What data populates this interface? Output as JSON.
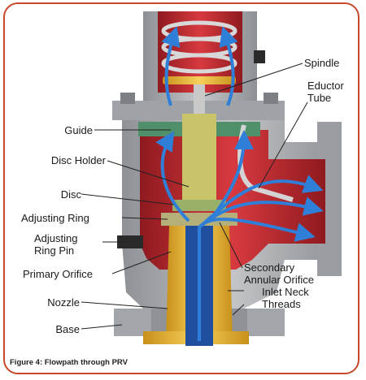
{
  "labels": {
    "spindle": "Spindle",
    "eductor_tube": "Eductor\nTube",
    "guide": "Guide",
    "disc_holder": "Disc Holder",
    "disc": "Disc",
    "adjusting_ring": "Adjusting Ring",
    "adjusting_ring_pin": "Adjusting\nRing Pin",
    "primary_orifice": "Primary Orifice",
    "secondary_annular_orifice": "Secondary\nAnnular Orifice",
    "nozzle": "Nozzle",
    "inlet_neck_threads": "Inlet Neck\nThreads",
    "base": "Base"
  },
  "caption": "Figure 4: Flowpath through PRV",
  "colors": {
    "frame": "#c8472b",
    "body_gray": "#a9acb0",
    "red_cavity": "#c8282e",
    "flow_blue": "#2f7fd8",
    "guide_green": "#4f8f6a",
    "nozzle_gold": "#e7b43a"
  }
}
